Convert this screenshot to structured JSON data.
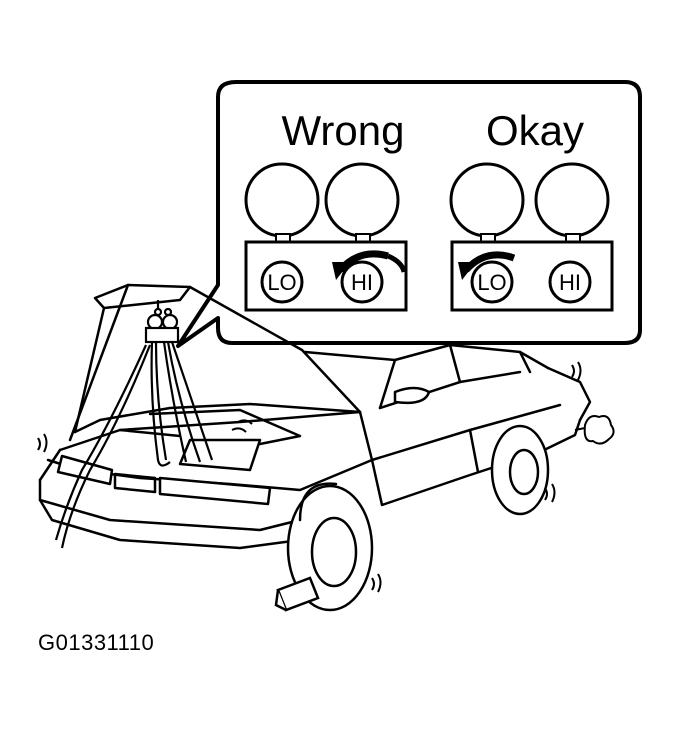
{
  "callout": {
    "wrong": {
      "title": "Wrong",
      "left_gauge": "LO",
      "right_gauge": "HI",
      "arrow_on": "HI"
    },
    "okay": {
      "title": "Okay",
      "left_gauge": "LO",
      "right_gauge": "HI",
      "arrow_on": "LO"
    }
  },
  "figure_code": "G01331110",
  "icons": [
    "manifold-gauge-icon",
    "rotation-arrow-icon",
    "car-icon",
    "hose-icon",
    "exhaust-icon",
    "wheel-chock-icon"
  ]
}
